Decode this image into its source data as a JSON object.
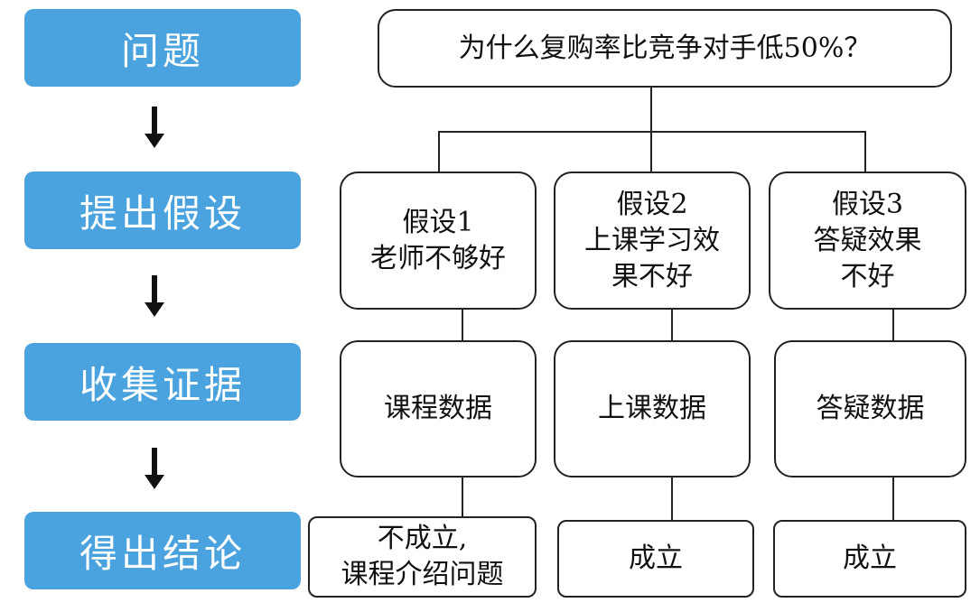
{
  "steps": [
    {
      "label": "问题"
    },
    {
      "label": "提出假设"
    },
    {
      "label": "收集证据"
    },
    {
      "label": "得出结论"
    }
  ],
  "question": "为什么复购率比竞争对手低50%？",
  "hypotheses": [
    {
      "lines": [
        "假设1",
        "老师不够好"
      ]
    },
    {
      "lines": [
        "假设2",
        "上课学习效",
        "果不好"
      ]
    },
    {
      "lines": [
        "假设3",
        "答疑效果",
        "不好"
      ]
    }
  ],
  "evidence": [
    "课程数据",
    "上课数据",
    "答疑数据"
  ],
  "conclusions": [
    {
      "lines": [
        "不成立,",
        "课程介绍问题"
      ]
    },
    {
      "lines": [
        "成立"
      ]
    },
    {
      "lines": [
        "成立"
      ]
    }
  ],
  "colors": {
    "step_fill": "#4aa3df",
    "step_text": "#ffffff",
    "border": "#222222"
  }
}
